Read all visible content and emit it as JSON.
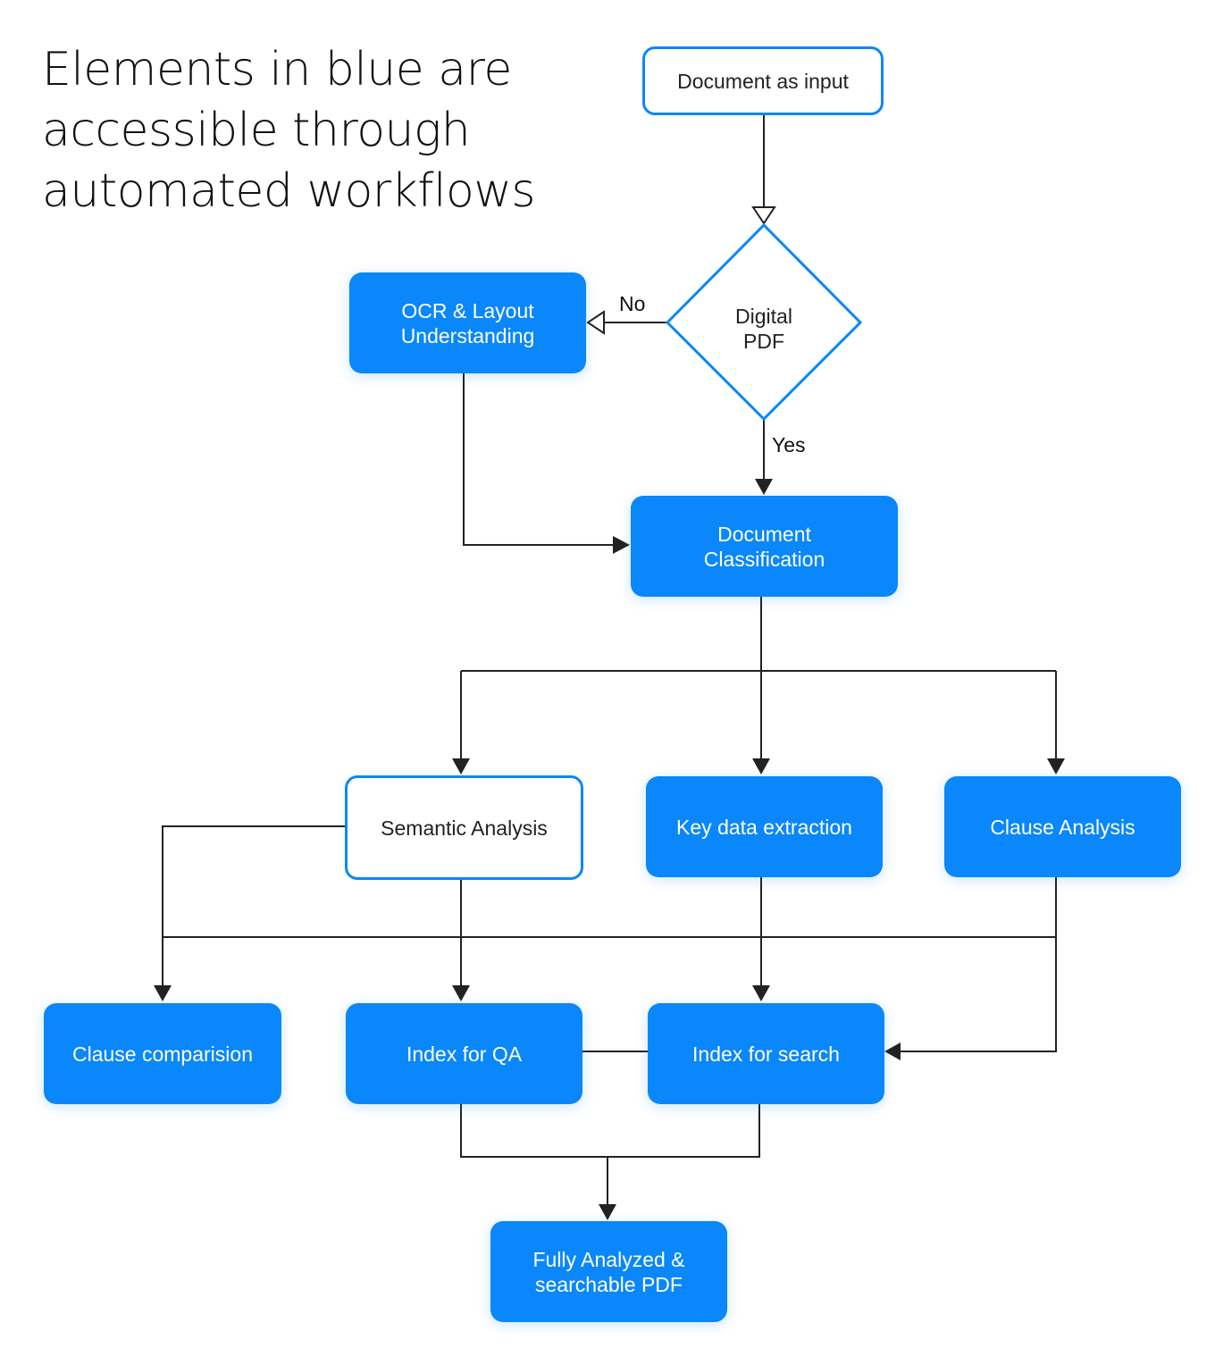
{
  "heading": {
    "lines": [
      "Elements in blue are",
      "accessible through",
      "automated workflows"
    ]
  },
  "colors": {
    "accent": "#0a87fb",
    "node_text_on_blue": "#ffffff",
    "connector": "#222222"
  },
  "nodes": {
    "document_input": {
      "lines": [
        "Document as input"
      ],
      "style": "outline"
    },
    "digital_pdf": {
      "lines": [
        "Digital",
        "PDF"
      ],
      "shape": "diamond",
      "style": "outline"
    },
    "ocr_layout": {
      "lines": [
        "OCR & Layout",
        "Understanding"
      ],
      "style": "filled"
    },
    "document_classification": {
      "lines": [
        "Document",
        "Classification"
      ],
      "style": "filled"
    },
    "semantic_analysis": {
      "lines": [
        "Semantic Analysis"
      ],
      "style": "outline"
    },
    "key_data_extraction": {
      "lines": [
        "Key data extraction"
      ],
      "style": "filled"
    },
    "clause_analysis": {
      "lines": [
        "Clause Analysis"
      ],
      "style": "filled"
    },
    "clause_comparison": {
      "lines": [
        "Clause comparision"
      ],
      "style": "filled"
    },
    "index_qa": {
      "lines": [
        "Index for QA"
      ],
      "style": "filled"
    },
    "index_search": {
      "lines": [
        "Index for search"
      ],
      "style": "filled"
    },
    "fully_analyzed": {
      "lines": [
        "Fully Analyzed &",
        "searchable PDF"
      ],
      "style": "filled"
    }
  },
  "edges": {
    "no_label": "No",
    "yes_label": "Yes"
  }
}
